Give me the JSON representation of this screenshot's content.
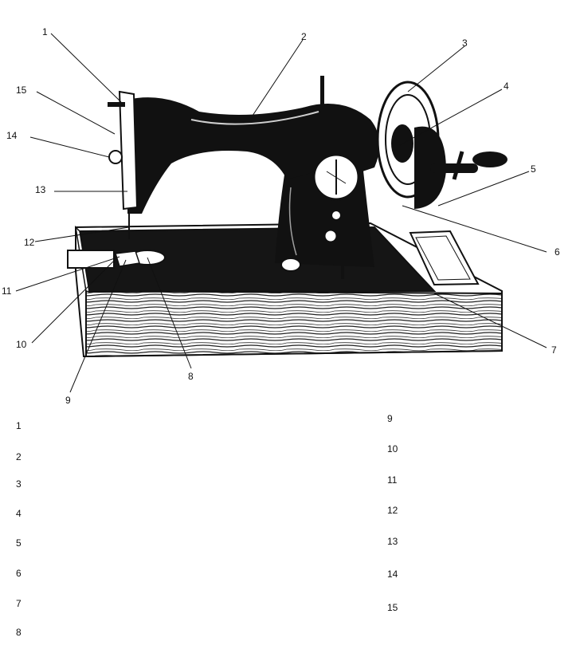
{
  "diagram": {
    "callouts": [
      "1",
      "2",
      "3",
      "4",
      "5",
      "6",
      "7",
      "8",
      "9",
      "10",
      "11",
      "12",
      "13",
      "14",
      "15"
    ]
  },
  "answer_list": {
    "left": [
      "1",
      "2",
      "3",
      "4",
      "5",
      "6",
      "7",
      "8"
    ],
    "right": [
      "9",
      "10",
      "11",
      "12",
      "13",
      "14",
      "15"
    ]
  },
  "colors": {
    "ink": "#111111",
    "paper": "#ffffff",
    "wood_grain": "#2a2a2a"
  }
}
